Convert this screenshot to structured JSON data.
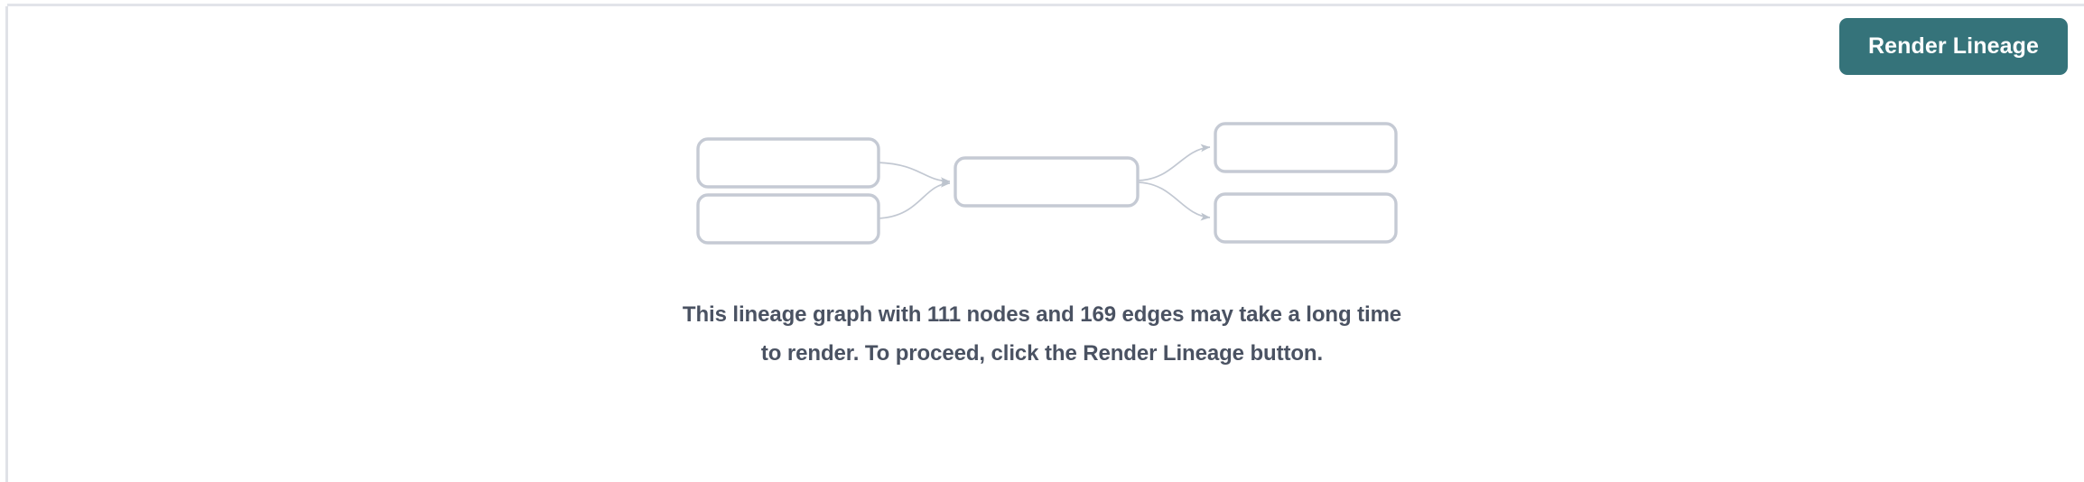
{
  "page": {
    "background_color": "#ffffff",
    "border_color": "#e2e4e9"
  },
  "toolbar": {
    "render_button_label": "Render Lineage",
    "render_button_color": "#35737a",
    "render_button_text_color": "#ffffff"
  },
  "placeholder_graph": {
    "node_border_color": "#c5cad4",
    "edge_color": "#c2c8d2",
    "nodes": [
      {
        "id": "upstream-1",
        "label": "",
        "column": "left",
        "row": 1
      },
      {
        "id": "upstream-2",
        "label": "",
        "column": "left",
        "row": 2
      },
      {
        "id": "focus",
        "label": "",
        "column": "center",
        "row": 1
      },
      {
        "id": "downstream-1",
        "label": "",
        "column": "right",
        "row": 1
      },
      {
        "id": "downstream-2",
        "label": "",
        "column": "right",
        "row": 2
      }
    ],
    "edges": [
      {
        "from": "upstream-1",
        "to": "focus"
      },
      {
        "from": "upstream-2",
        "to": "focus"
      },
      {
        "from": "focus",
        "to": "downstream-1"
      },
      {
        "from": "focus",
        "to": "downstream-2"
      }
    ]
  },
  "notice": {
    "text": "This lineage graph with 111 nodes and 169 edges may take a long time to render. To proceed, click the Render Lineage button.",
    "node_count": "111",
    "edge_count": "169",
    "text_color": "#4a5262"
  }
}
